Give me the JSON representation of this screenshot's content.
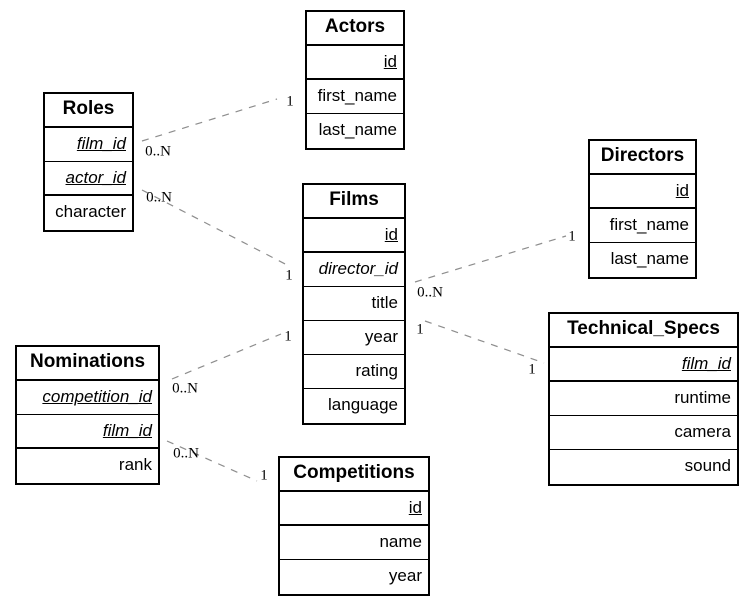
{
  "canvas": {
    "background": "#ffffff",
    "table_border_color": "#000000",
    "text_color": "#000000",
    "relationship_line_color": "#8d8d8d"
  },
  "tables": [
    {
      "name": "Actors",
      "fields": [
        {
          "name": "id"
        },
        {
          "name": "first_name"
        },
        {
          "name": "last_name"
        }
      ]
    },
    {
      "name": "Roles",
      "fields": [
        {
          "name": "film_id"
        },
        {
          "name": "actor_id"
        },
        {
          "name": "character"
        }
      ]
    },
    {
      "name": "Films",
      "fields": [
        {
          "name": "id"
        },
        {
          "name": "director_id"
        },
        {
          "name": "title"
        },
        {
          "name": "year"
        },
        {
          "name": "rating"
        },
        {
          "name": "language"
        }
      ]
    },
    {
      "name": "Directors",
      "fields": [
        {
          "name": "id"
        },
        {
          "name": "first_name"
        },
        {
          "name": "last_name"
        }
      ]
    },
    {
      "name": "Nominations",
      "fields": [
        {
          "name": "competition_id"
        },
        {
          "name": "film_id"
        },
        {
          "name": "rank"
        }
      ]
    },
    {
      "name": "Competitions",
      "fields": [
        {
          "name": "id"
        },
        {
          "name": "name"
        },
        {
          "name": "year"
        }
      ]
    },
    {
      "name": "Technical_Specs",
      "fields": [
        {
          "name": "film_id"
        },
        {
          "name": "runtime"
        },
        {
          "name": "camera"
        },
        {
          "name": "sound"
        }
      ]
    }
  ],
  "relationships": [
    {
      "from": "Roles",
      "to": "Actors",
      "from_card": "0..N",
      "to_card": "1"
    },
    {
      "from": "Roles",
      "to": "Films",
      "from_card": "0..N",
      "to_card": "1"
    },
    {
      "from": "Nominations",
      "to": "Films",
      "from_card": "0..N",
      "to_card": "1"
    },
    {
      "from": "Nominations",
      "to": "Competitions",
      "from_card": "0..N",
      "to_card": "1"
    },
    {
      "from": "Films",
      "to": "Directors",
      "from_card": "0..N",
      "to_card": "1"
    },
    {
      "from": "Films",
      "to": "Technical_Specs",
      "from_card": "1",
      "to_card": "1"
    }
  ]
}
